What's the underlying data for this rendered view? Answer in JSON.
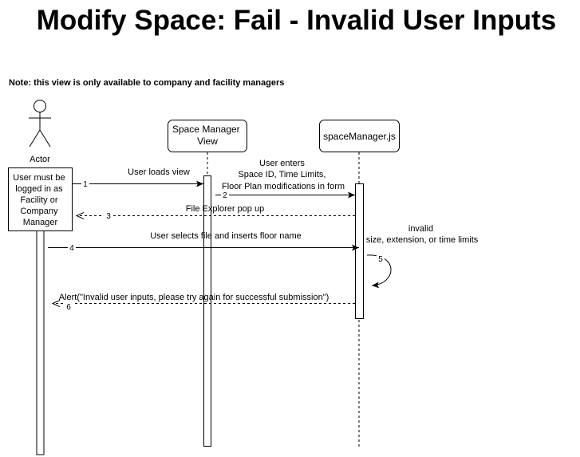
{
  "title": "Modify Space: Fail - Invalid User Inputs",
  "note": "Note: this view is only available to company and facility managers",
  "actor": {
    "label": "Actor",
    "precondition_lines": [
      "User must be",
      "logged in as",
      "Facility or",
      "Company",
      "Manager"
    ]
  },
  "participants": [
    {
      "id": "view",
      "label_lines": [
        "Space Manager",
        "View"
      ]
    },
    {
      "id": "js",
      "label_lines": [
        "spaceManager.js"
      ]
    }
  ],
  "messages": [
    {
      "number": "1",
      "label_lines": [
        "User loads view"
      ],
      "type": "sync"
    },
    {
      "number": "2",
      "label_lines": [
        "User enters",
        "Space ID, Time Limits,",
        "Floor Plan modifications  in form"
      ],
      "type": "sync"
    },
    {
      "number": "3",
      "label_lines": [
        "File Explorer pop up"
      ],
      "type": "return"
    },
    {
      "number": "4",
      "label_lines": [
        "User selects file and inserts floor name"
      ],
      "type": "sync"
    },
    {
      "number": "5",
      "label_lines": [
        "invalid",
        "size, extension, or time limits"
      ],
      "type": "self"
    },
    {
      "number": "6",
      "label_lines": [
        "Alert(\"Invalid user inputs, please try again for successful submission\")"
      ],
      "type": "return"
    }
  ]
}
